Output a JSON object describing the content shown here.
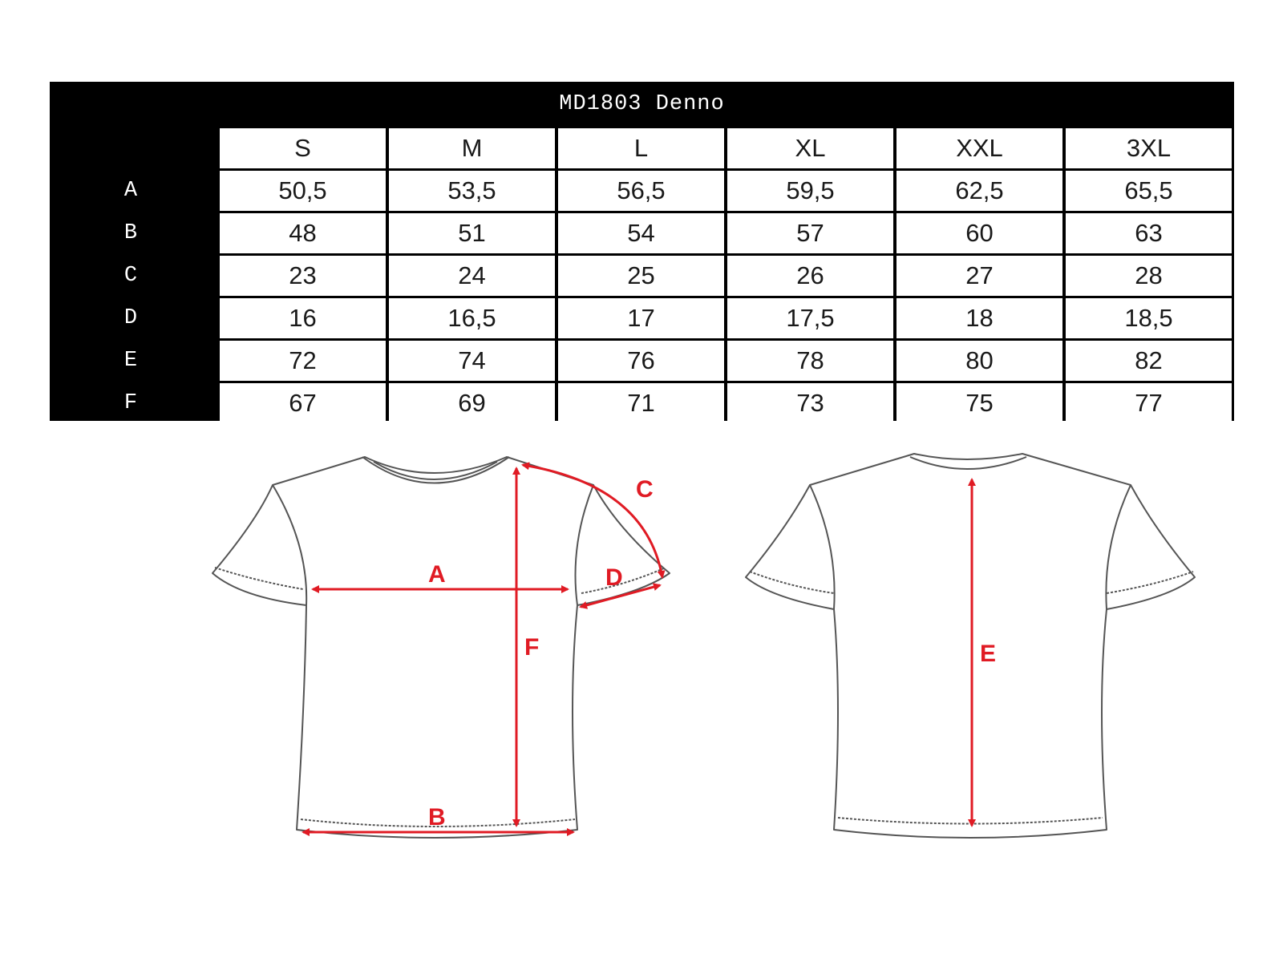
{
  "chart": {
    "title": "MD1803 Denno",
    "sizes": [
      "S",
      "M",
      "L",
      "XL",
      "XXL",
      "3XL"
    ],
    "rows": [
      {
        "label": "A",
        "values": [
          "50,5",
          "53,5",
          "56,5",
          "59,5",
          "62,5",
          "65,5"
        ]
      },
      {
        "label": "B",
        "values": [
          "48",
          "51",
          "54",
          "57",
          "60",
          "63"
        ]
      },
      {
        "label": "C",
        "values": [
          "23",
          "24",
          "25",
          "26",
          "27",
          "28"
        ]
      },
      {
        "label": "D",
        "values": [
          "16",
          "16,5",
          "17",
          "17,5",
          "18",
          "18,5"
        ]
      },
      {
        "label": "E",
        "values": [
          "72",
          "74",
          "76",
          "78",
          "80",
          "82"
        ]
      },
      {
        "label": "F",
        "values": [
          "67",
          "69",
          "71",
          "73",
          "75",
          "77"
        ]
      }
    ]
  },
  "diagram": {
    "labels": {
      "a": "A",
      "b": "B",
      "c": "C",
      "d": "D",
      "e": "E",
      "f": "F"
    },
    "colors": {
      "measure": "#e01b24",
      "outline": "#555555"
    }
  }
}
